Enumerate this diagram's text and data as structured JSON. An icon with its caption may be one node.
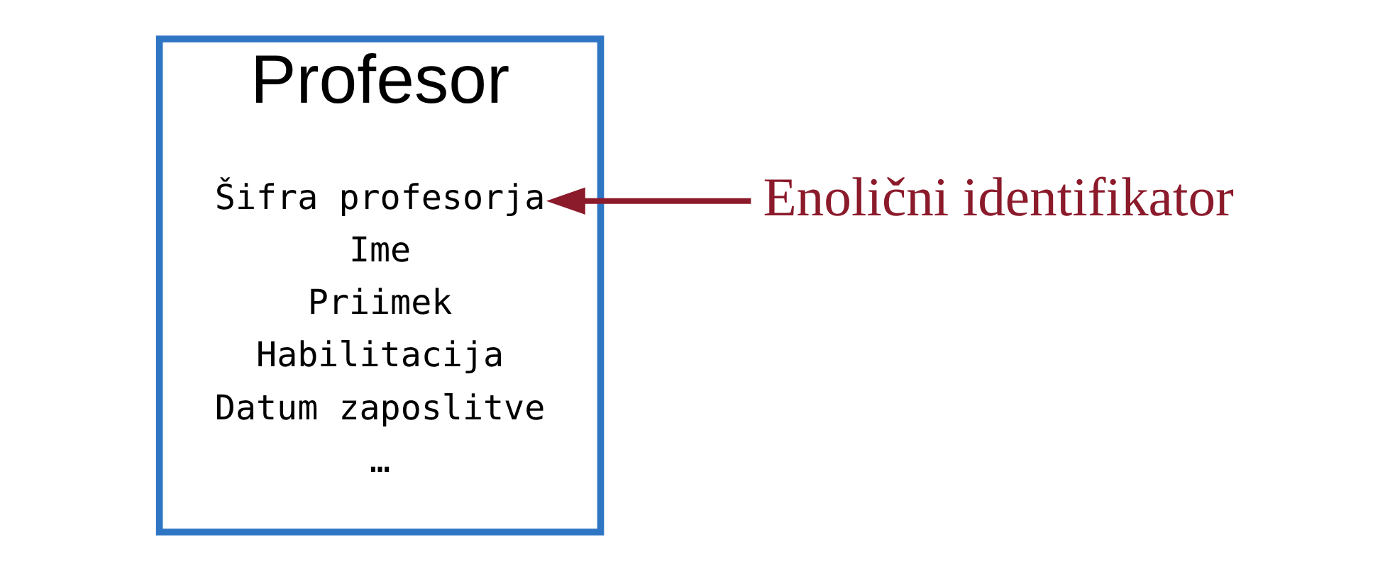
{
  "diagram": {
    "nodes": [
      {
        "text": [
          "Profesor"
        ]
      },
      {
        "text": [
          "Šifra profesorja"
        ],
        "in": 0
      },
      {
        "text": [
          "Ime"
        ],
        "in": 0
      },
      {
        "text": [
          "Priimek"
        ],
        "in": 0
      },
      {
        "text": [
          "Habilitacija"
        ],
        "in": 0
      },
      {
        "text": [
          "Datum zaposlitve"
        ],
        "in": 0
      },
      {
        "text": [
          "…"
        ],
        "in": 0
      },
      {
        "text": [
          "Enolični identifikator"
        ]
      }
    ],
    "edges": [
      {
        "from": 7,
        "to": 1,
        "arrow": "to"
      }
    ]
  }
}
